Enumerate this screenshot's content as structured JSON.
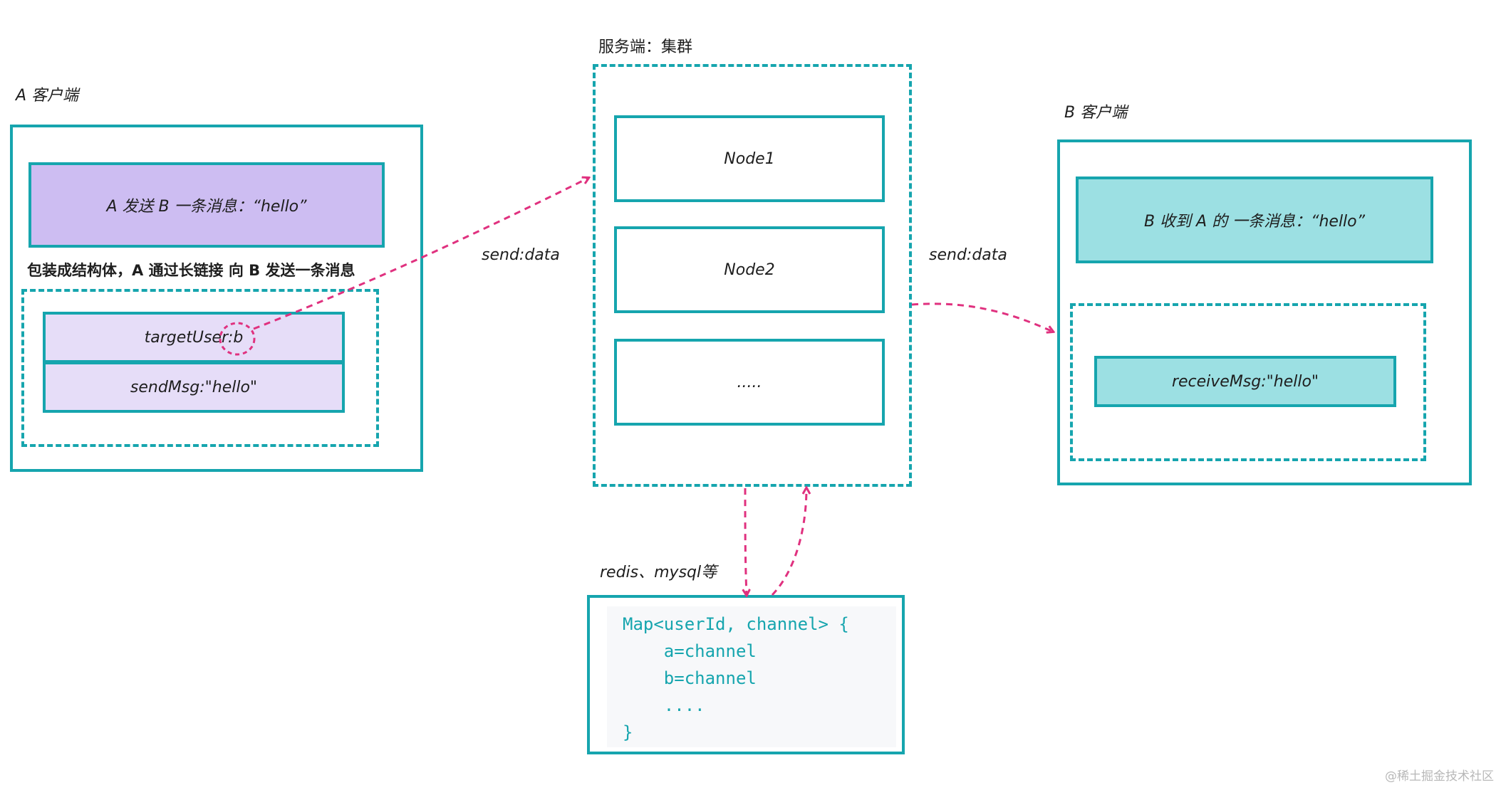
{
  "client_a": {
    "title": "A 客户端",
    "message": "A 发送 B 一条消息：“hello”",
    "wrap_note": "包装成结构体，A 通过长链接 向 B 发送一条消息",
    "struct": {
      "target_user": "targetUser:b",
      "send_msg": "sendMsg:\"hello\""
    }
  },
  "server": {
    "title": "服务端：集群",
    "nodes": [
      "Node1",
      "Node2",
      "....."
    ]
  },
  "client_b": {
    "title": "B 客户端",
    "message": "B 收到 A 的 一条消息：“hello”",
    "receive": "receiveMsg:\"hello\""
  },
  "arrows": {
    "left_label": "send:data",
    "right_label": "send:data"
  },
  "storage": {
    "title": "redis、mysql等",
    "code_lines": [
      "Map<userId, channel> {",
      "    a=channel",
      "    b=channel",
      "    ....",
      "}"
    ]
  },
  "watermark": "@稀土掘金技术社区",
  "colors": {
    "border": "#16a5ae",
    "arrow": "#e0317f",
    "purple": "#cdbdf2",
    "teal": "#9ce0e3"
  }
}
